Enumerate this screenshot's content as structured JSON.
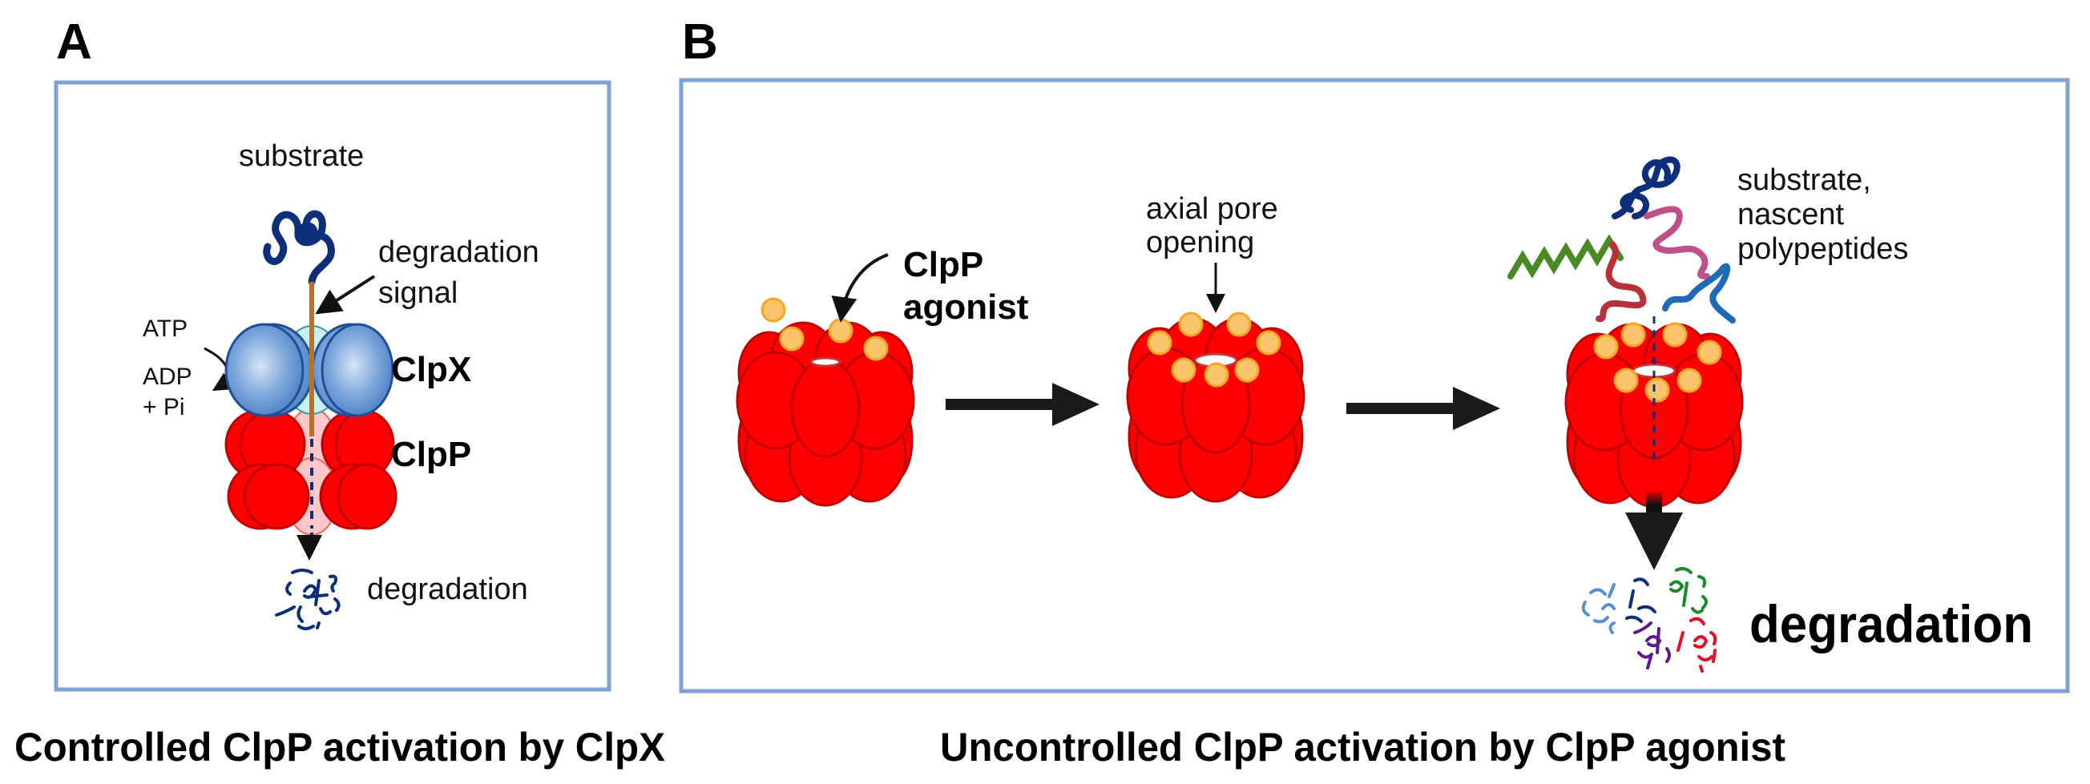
{
  "figure": {
    "panel_a": {
      "letter": "A",
      "caption": "Controlled ClpP activation by ClpX",
      "labels": {
        "substrate": "substrate",
        "degradation_signal_line1": "degradation",
        "degradation_signal_line2": "signal",
        "atp": "ATP",
        "adp": "ADP",
        "pi": "+ Pi",
        "clpx": "ClpX",
        "clpp": "ClpP",
        "degradation": "degradation"
      }
    },
    "panel_b": {
      "letter": "B",
      "caption": "Uncontrolled ClpP activation by ClpP agonist",
      "labels": {
        "agonist_line1": "ClpP",
        "agonist_line2": "agonist",
        "pore_line1": "axial pore",
        "pore_line2": "opening",
        "substrate_line1": "substrate,",
        "substrate_line2": "nascent",
        "substrate_line3": "polypeptides",
        "degradation": "degradation"
      }
    },
    "colors": {
      "frame": "#7fa2d6",
      "clpp_red": "#ff0000",
      "clpx_blue": "#5b8fd0",
      "agonist_orange": "#f9c46b",
      "degron_brown": "#b8732a",
      "substrate_navy": "#0d2f7a"
    }
  }
}
